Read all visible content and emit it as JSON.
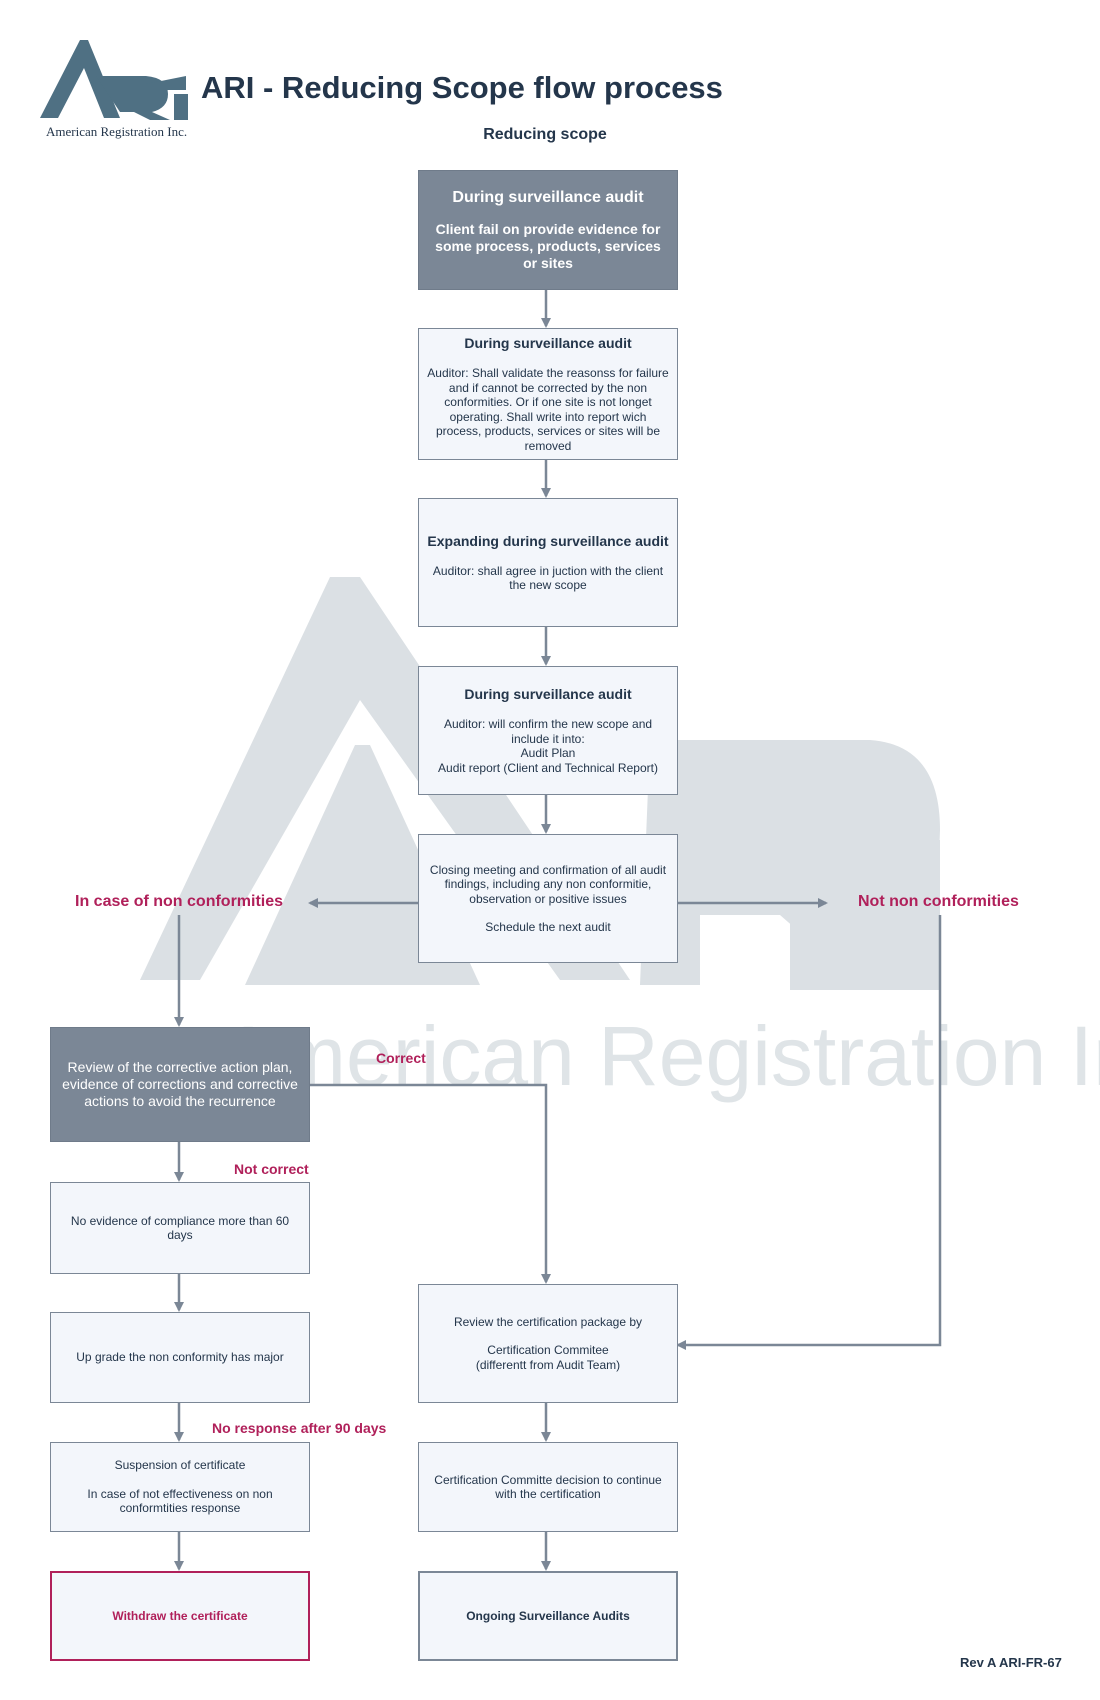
{
  "header": {
    "logo_caption": "American Registration Inc.",
    "title": "ARI - Reducing Scope flow process",
    "subtitle": "Reducing scope"
  },
  "watermark": {
    "text": "American Registration Inc."
  },
  "nodes": {
    "start": {
      "heading": "During surveillance audit",
      "body": "Client fail on provide evidence for some process, products, services or sites"
    },
    "validate": {
      "heading": "During surveillance audit",
      "body": "Auditor: Shall validate the reasonss for failure and if cannot be corrected by the non conformities. Or if one site is not longet operating. Shall write into report wich process, products, services or sites will be removed"
    },
    "expanding": {
      "heading": "Expanding during surveillance audit",
      "body": "Auditor: shall agree in juction with the client the new scope"
    },
    "confirm": {
      "heading": "During surveillance audit",
      "body": "Auditor: will confirm the new scope and include it into:\nAudit Plan\nAudit report (Client and Technical Report)"
    },
    "closing": {
      "body": "Closing meeting and confirmation of all audit findings, including any non conformitie, observation or positive issues",
      "body2": "Schedule the next audit"
    },
    "review_cap": {
      "body": "Review of the corrective action plan, evidence of corrections and corrective actions to avoid the recurrence"
    },
    "no_evidence": {
      "body": "No evidence of compliance more than 60 days"
    },
    "upgrade": {
      "body": "Up grade the non conformity has major"
    },
    "suspension": {
      "body": "Suspension of certificate",
      "body2": "In case of not effectiveness on non conformtities response"
    },
    "withdraw": {
      "body": "Withdraw the certificate"
    },
    "review_package": {
      "body": "Review the certification package by",
      "body2": "Certification Commitee\n(differentt from Audit Team)"
    },
    "decision": {
      "body": "Certification Committe decision to continue with the certification"
    },
    "ongoing": {
      "body": "Ongoing Surveillance Audits"
    }
  },
  "edge_labels": {
    "nonconformities": "In case of non conformities",
    "not_nonconformities": "Not non conformities",
    "correct": "Correct",
    "not_correct": "Not correct",
    "no_response": "No response after 90 days"
  },
  "footer": {
    "revision": "Rev A ARI-FR-67"
  },
  "colors": {
    "dark_box": "#7b8796",
    "light_box": "#f3f6fb",
    "accent_red": "#b0205a",
    "text_dark": "#24364b",
    "watermark": "#d9dfe4"
  }
}
